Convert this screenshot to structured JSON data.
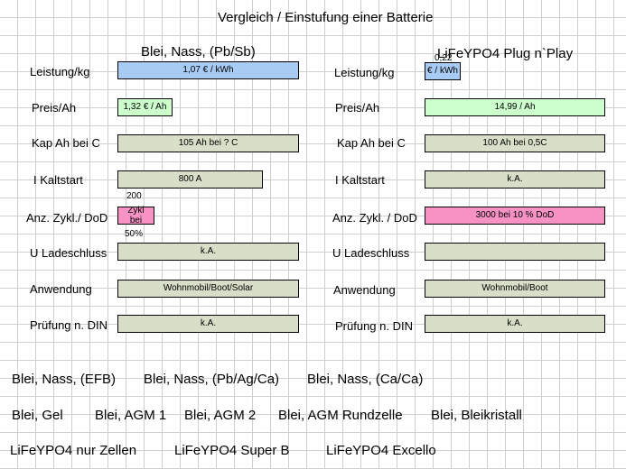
{
  "title": "Vergleich / Einstufung einer Batterie",
  "left": {
    "heading": "Blei, Nass, (Pb/Sb)",
    "labels": [
      "Leistung/kg",
      "Preis/Ah",
      "Kap Ah bei C",
      "I Kaltstart",
      "Anz. Zykl./ DoD",
      "U Ladeschluss",
      "Anwendung",
      "Prüfung n. DIN"
    ],
    "values": {
      "leistung": "1,07 € / kWh",
      "preis": "1,32 € / Ah",
      "kap": "105 Ah bei ? C",
      "kaltstart": "800 A",
      "zyklen_top": "200",
      "zyklen_box": "Zykl bei",
      "zyklen_bottom": "50%",
      "ladeschluss": "k.A.",
      "anwendung": "Wohnmobil/Boot/Solar",
      "pruefung": "k.A."
    }
  },
  "right": {
    "heading": "LiFeYPO4 Plug n`Play",
    "labels": [
      "Leistung/kg",
      "Preis/Ah",
      "Kap Ah bei C",
      "I Kaltstart",
      "Anz. Zykl. / DoD",
      "U Ladeschluss",
      "Anwendung",
      "Prüfung n. DIN"
    ],
    "values": {
      "leistung_top": "0,22",
      "leistung_box": "€ / kWh",
      "preis": "14,99 / Ah",
      "kap": "100 Ah bei 0,5C",
      "kaltstart": "k.A.",
      "zyklen": "3000 bei 10 % DoD",
      "ladeschluss": "",
      "anwendung": "Wohnmobil/Boot",
      "pruefung": "k.A."
    }
  },
  "other_types": {
    "row1": [
      "Blei, Nass, (EFB)",
      "Blei, Nass, (Pb/Ag/Ca)",
      "Blei, Nass, (Ca/Ca)"
    ],
    "row2": [
      "Blei, Gel",
      "Blei, AGM 1",
      "Blei, AGM 2",
      "Blei, AGM Rundzelle",
      "Blei, Bleikristall"
    ],
    "row3": [
      "LiFeYPO4 nur Zellen",
      "LiFeYPO4 Super B",
      "LiFeYPO4 Excello"
    ]
  },
  "colors": {
    "blue": "#a8cbf4",
    "green_light": "#ccffcc",
    "gray_green": "#d9dec8",
    "pink": "#f693c4"
  }
}
